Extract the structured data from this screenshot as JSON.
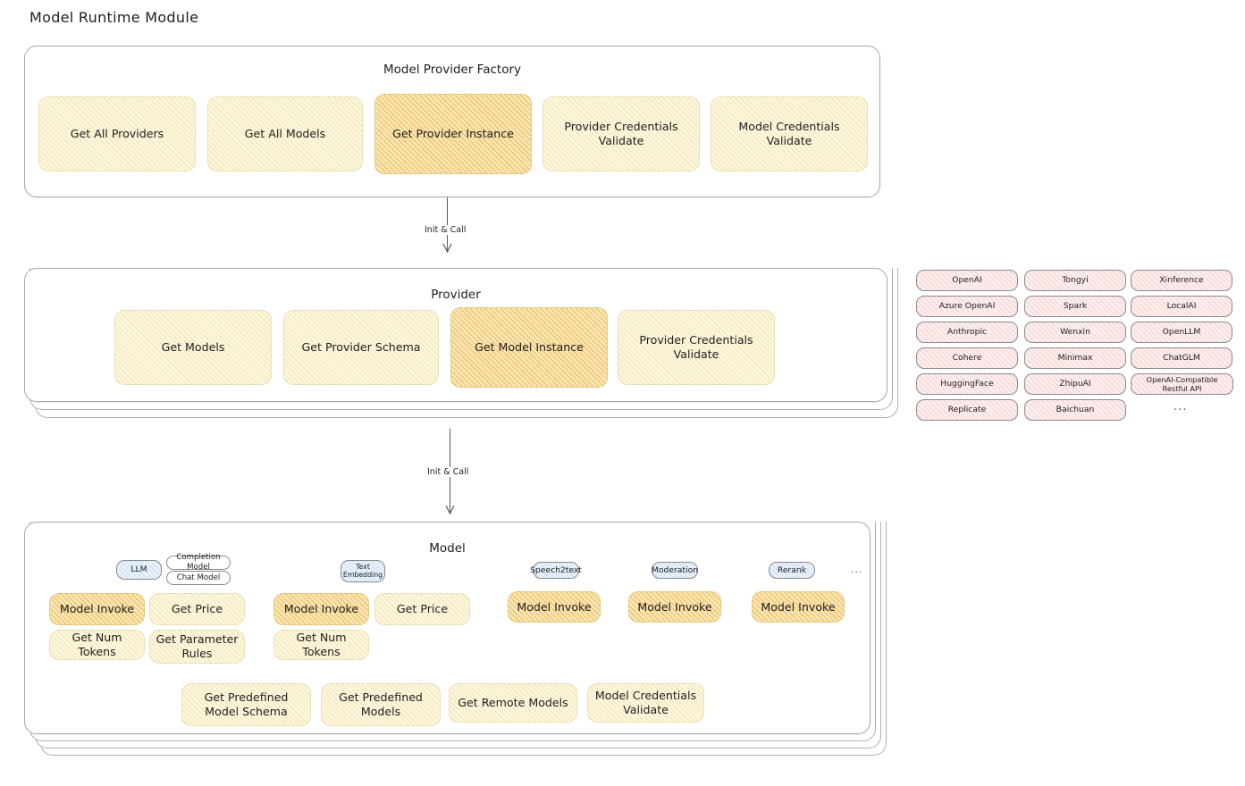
{
  "title": "Model Runtime Module",
  "sections": [
    {
      "id": "model-provider-factory",
      "title": "Model Provider Factory",
      "nodes": [
        {
          "label": "Get All Providers",
          "highlighted": false
        },
        {
          "label": "Get All Models",
          "highlighted": false
        },
        {
          "label": "Get Provider Instance",
          "highlighted": true
        },
        {
          "label": "Provider Credentials Validate",
          "highlighted": false
        },
        {
          "label": "Model Credentials Validate",
          "highlighted": false
        }
      ]
    },
    {
      "id": "provider",
      "title": "Provider",
      "nodes": [
        {
          "label": "Get Models",
          "highlighted": false
        },
        {
          "label": "Get Provider Schema",
          "highlighted": false
        },
        {
          "label": "Get Model Instance",
          "highlighted": true
        },
        {
          "label": "Provider Credentials Validate",
          "highlighted": false
        }
      ]
    },
    {
      "id": "model",
      "title": "Model"
    }
  ],
  "arrows": [
    {
      "label": "Init & Call"
    },
    {
      "label": "Init & Call"
    }
  ],
  "provider_list": {
    "columns": [
      [
        "OpenAI",
        "Azure OpenAI",
        "Anthropic",
        "Cohere",
        "HuggingFace",
        "Replicate"
      ],
      [
        "Tongyi",
        "Spark",
        "Wenxin",
        "Minimax",
        "ZhipuAI",
        "Baichuan"
      ],
      [
        "Xinference",
        "LocalAI",
        "OpenLLM",
        "ChatGLM",
        "OpenAI-Compatible Restful API"
      ]
    ],
    "more": "..."
  },
  "model_types": [
    {
      "name": "LLM",
      "sub": [
        "Completion Model",
        "Chat Model"
      ],
      "methods_row1": [
        "Model Invoke",
        "Get Price"
      ],
      "methods_row2": [
        "Get Num Tokens",
        "Get Parameter Rules"
      ]
    },
    {
      "name": "Text Embedding",
      "sub": [],
      "methods_row1": [
        "Model Invoke",
        "Get Price"
      ],
      "methods_row2": [
        "Get Num Tokens"
      ]
    },
    {
      "name": "Speech2text",
      "sub": [],
      "methods_row1": [
        "Model Invoke"
      ],
      "methods_row2": []
    },
    {
      "name": "Moderation",
      "sub": [],
      "methods_row1": [
        "Model Invoke"
      ],
      "methods_row2": []
    },
    {
      "name": "Rerank",
      "sub": [],
      "methods_row1": [
        "Model Invoke"
      ],
      "methods_row2": []
    }
  ],
  "model_types_more": "...",
  "model_common_methods": [
    "Get Predefined Model Schema",
    "Get Predefined Models",
    "Get Remote Models",
    "Model Credentials Validate"
  ],
  "colors": {
    "yellow_fill": "#fdf6df",
    "amber_fill": "#fbe6b4",
    "pink_fill": "#fdeeee",
    "blue_fill": "#e8f1fb",
    "stroke": "#1e1e1e"
  }
}
